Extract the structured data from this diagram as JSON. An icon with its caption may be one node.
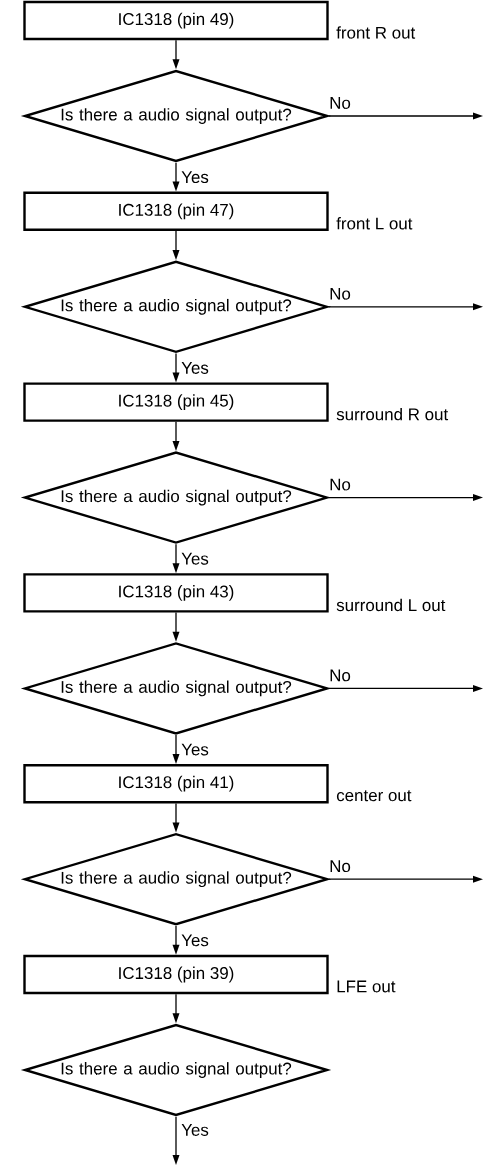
{
  "diagram": {
    "nodes": [
      {
        "text": [
          "IC1318 (pin 49)"
        ],
        "beside": [
          "front R out"
        ]
      },
      {
        "text": [
          "Is there a audio signal output?"
        ]
      },
      {
        "text": [
          "IC1318 (pin 47)"
        ],
        "beside": [
          "front L out"
        ]
      },
      {
        "text": [
          "Is there a audio signal output?"
        ]
      },
      {
        "text": [
          "IC1318 (pin 45)"
        ],
        "beside": [
          "surround R out"
        ]
      },
      {
        "text": [
          "Is there a audio signal output?"
        ]
      },
      {
        "text": [
          "IC1318 (pin 43)"
        ],
        "beside": [
          "surround L out"
        ]
      },
      {
        "text": [
          "Is there a audio signal output?"
        ]
      },
      {
        "text": [
          "IC1318 (pin 41)"
        ],
        "beside": [
          "center out"
        ]
      },
      {
        "text": [
          "Is there a audio signal output?"
        ]
      },
      {
        "text": [
          "IC1318 (pin 39)"
        ],
        "beside": [
          "LFE out"
        ]
      },
      {
        "text": [
          "Is there a audio signal output?"
        ]
      }
    ],
    "edges": [
      {
        "from": 0,
        "to": 1,
        "arrow": "to"
      },
      {
        "from": 1,
        "to": null,
        "arrow": "to",
        "label": "No"
      },
      {
        "from": 1,
        "to": 2,
        "arrow": "to",
        "label": "Yes"
      },
      {
        "from": 2,
        "to": 3,
        "arrow": "to"
      },
      {
        "from": 3,
        "to": null,
        "arrow": "to",
        "label": "No"
      },
      {
        "from": 3,
        "to": 4,
        "arrow": "to",
        "label": "Yes"
      },
      {
        "from": 4,
        "to": 5,
        "arrow": "to"
      },
      {
        "from": 5,
        "to": null,
        "arrow": "to",
        "label": "No"
      },
      {
        "from": 5,
        "to": 6,
        "arrow": "to",
        "label": "Yes"
      },
      {
        "from": 6,
        "to": 7,
        "arrow": "to"
      },
      {
        "from": 7,
        "to": null,
        "arrow": "to",
        "label": "No"
      },
      {
        "from": 7,
        "to": 8,
        "arrow": "to",
        "label": "Yes"
      },
      {
        "from": 8,
        "to": 9,
        "arrow": "to"
      },
      {
        "from": 9,
        "to": null,
        "arrow": "to",
        "label": "No"
      },
      {
        "from": 9,
        "to": 10,
        "arrow": "to",
        "label": "Yes"
      },
      {
        "from": 10,
        "to": 11,
        "arrow": "to"
      },
      {
        "from": 11,
        "to": null,
        "arrow": "to",
        "label": "Yes"
      }
    ]
  }
}
